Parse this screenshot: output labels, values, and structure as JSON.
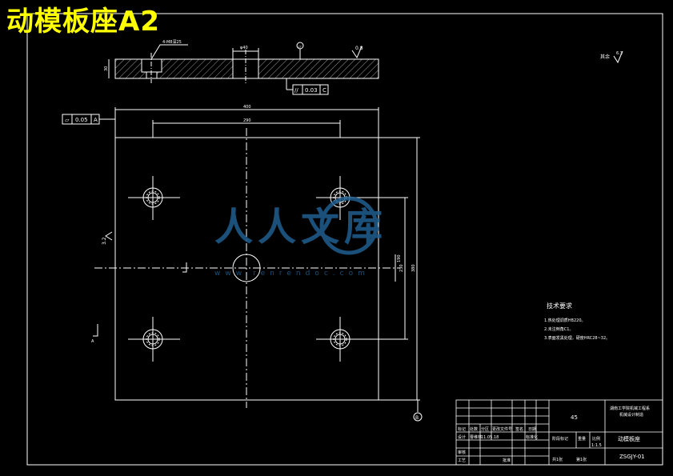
{
  "drawing_title": "动模板座A2",
  "colors": {
    "background": "#000000",
    "line": "#ffffff",
    "title": "#ffff00",
    "watermark": "#1f5f8f"
  },
  "section_view": {
    "flatness_symbol": "▱",
    "surface_finish": "0.8",
    "counterbore_note": "4-M8深25",
    "hole_dim": "φ40",
    "thickness": "30",
    "parallelism": {
      "symbol": "//",
      "tolerance": "0.03",
      "datum": "C"
    }
  },
  "plan_view": {
    "width_dim": "400",
    "hole_spacing_x": "290",
    "height_dim": "380",
    "hole_spacing_y": "230",
    "inner_dim": "190",
    "surface_finish_left": "3.2",
    "flatness_frame": {
      "symbol": "⏥",
      "tolerance": "0.05",
      "datum": "A"
    },
    "datum_b": "B"
  },
  "finish_rest": {
    "label": "其余",
    "value": "6.3"
  },
  "watermark": {
    "main": "人人文库",
    "url": "www.renrendoc.com"
  },
  "technical_requirements": {
    "title": "技术要求",
    "items": [
      "1.热处理调质HB220。",
      "2.未注倒角C1。",
      "3.表面发黑处理，硬度HRC28~32。"
    ]
  },
  "title_block": {
    "material": "45",
    "school_line1": "湖南工学院机械工程系",
    "school_line2": "机械设计制造",
    "part_name": "动模板座",
    "drawing_no": "ZSGJY-01",
    "row_headers": [
      "标记",
      "处数",
      "分区",
      "更改文件号",
      "签名",
      "日期"
    ],
    "designer_label": "设计",
    "designer_name": "曹维林",
    "date": "11.05.18",
    "standardize_label": "标准化",
    "review_label": "审核",
    "process_label": "工艺",
    "approve_label": "批准",
    "stage_label": "阶段标记",
    "weight_label": "重量",
    "scale_label": "比例",
    "scale_value": "1:1.5",
    "sheet_total": "共1张",
    "sheet_no": "第1张"
  }
}
